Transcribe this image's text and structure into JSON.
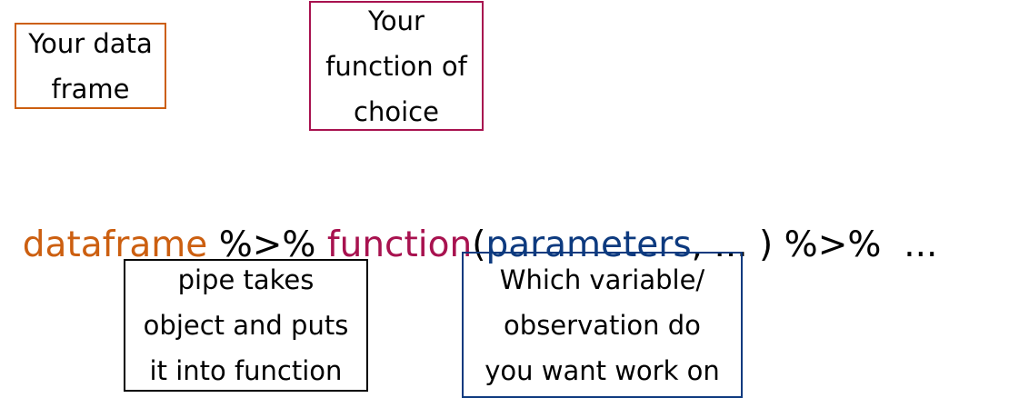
{
  "colors": {
    "dataframe": "#cc5f10",
    "function": "#a8124f",
    "parameters": "#0d3a7f",
    "pipe": "#000000",
    "variable": "#0d3a7f"
  },
  "boxes": {
    "dataframe": {
      "lines": [
        "Your data",
        "frame"
      ]
    },
    "function": {
      "lines": [
        "Your",
        "function of",
        "choice"
      ]
    },
    "pipe": {
      "lines": [
        "pipe takes",
        "object and puts",
        "it into function"
      ]
    },
    "variable": {
      "lines": [
        "Which variable/",
        "observation do",
        "you want work on"
      ]
    }
  },
  "code": {
    "tokens": [
      {
        "text": "dataframe",
        "role": "dataframe"
      },
      {
        "text": " %>% ",
        "role": "plain"
      },
      {
        "text": "function",
        "role": "function"
      },
      {
        "text": "(",
        "role": "plain"
      },
      {
        "text": "parameters",
        "role": "parameters"
      },
      {
        "text": ", ... ) %>%  ...",
        "role": "plain"
      }
    ]
  }
}
